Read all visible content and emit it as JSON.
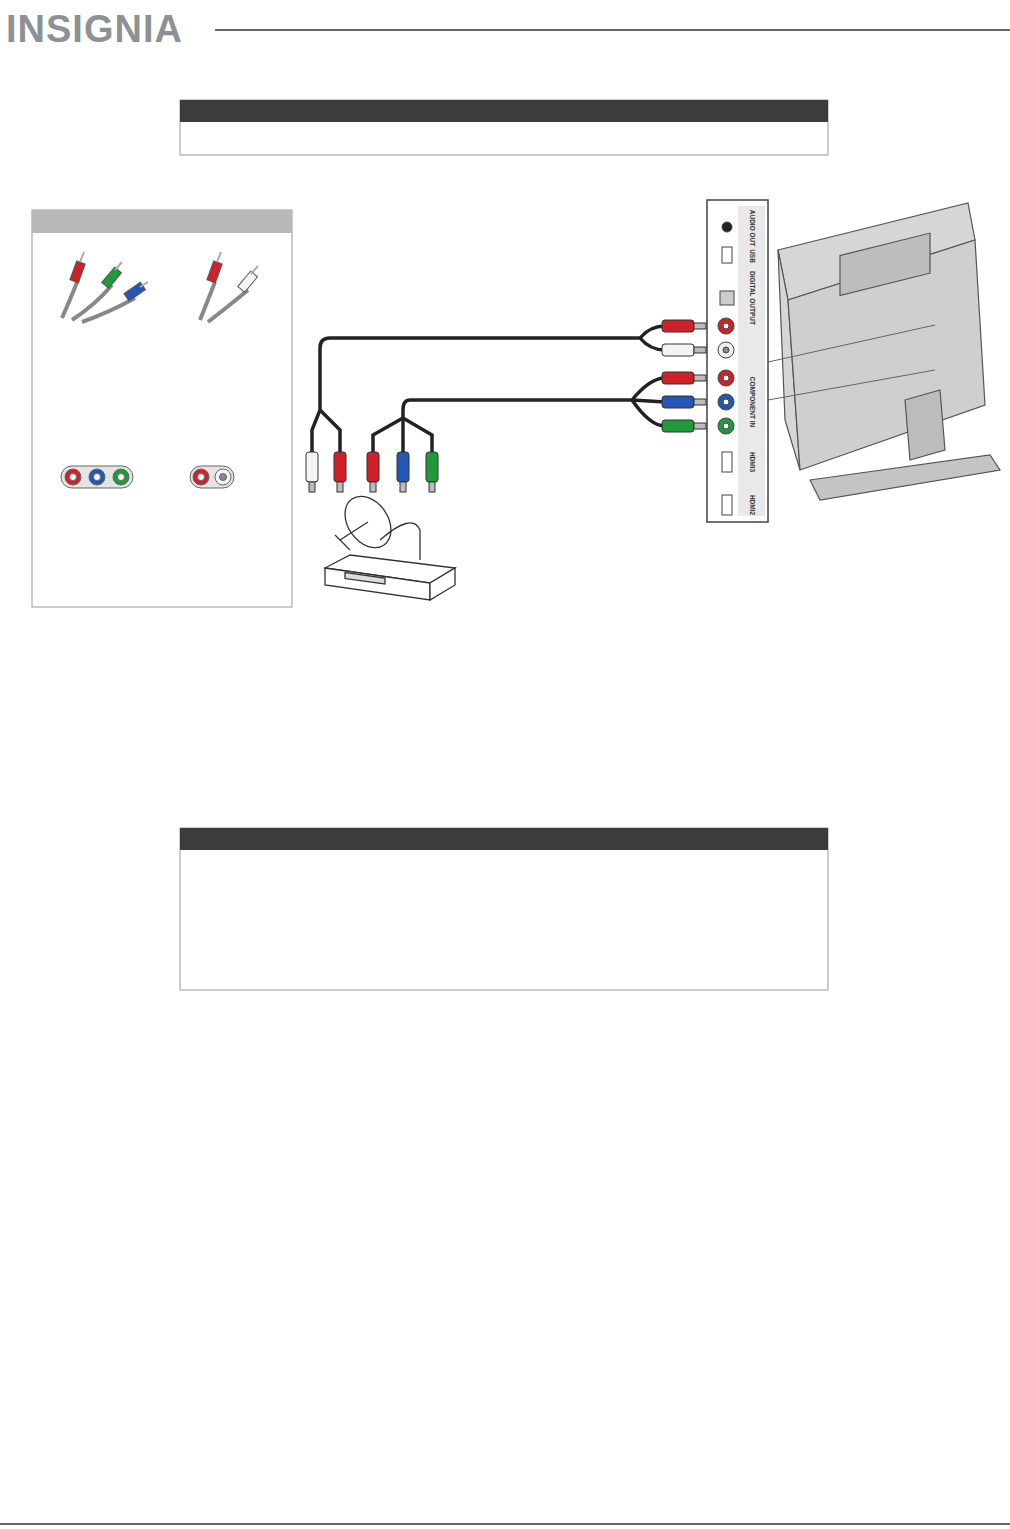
{
  "diagram": {
    "labels": [
      "INSIGNIA",
      "AUDIO OUT",
      "USB",
      "DIGITAL OUTPUT",
      "COMPONENT IN",
      "HDMI3",
      "HDMI2"
    ]
  }
}
